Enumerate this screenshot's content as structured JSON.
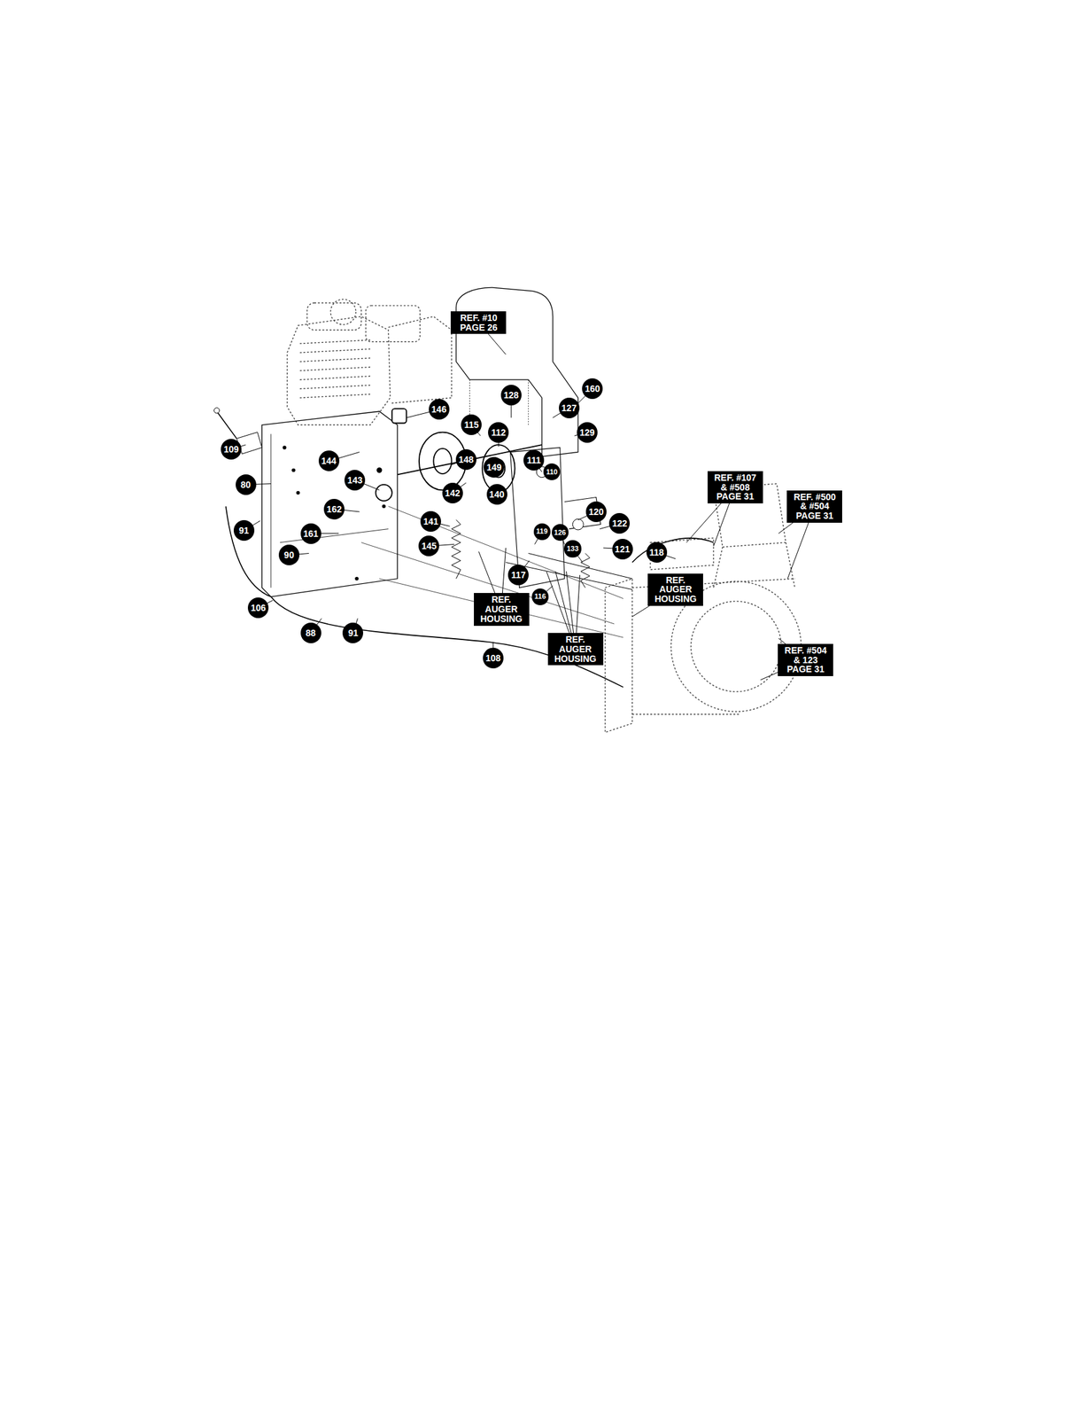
{
  "diagram": {
    "nodes": [
      {
        "text": [
          "REF. #10 PAGE 26"
        ]
      },
      {
        "text": [
          "128"
        ]
      },
      {
        "text": [
          "160"
        ]
      },
      {
        "text": [
          "146"
        ]
      },
      {
        "text": [
          "127"
        ]
      },
      {
        "text": [
          "115"
        ]
      },
      {
        "text": [
          "112"
        ]
      },
      {
        "text": [
          "129"
        ]
      },
      {
        "text": [
          "109"
        ]
      },
      {
        "text": [
          "144"
        ]
      },
      {
        "text": [
          "148"
        ]
      },
      {
        "text": [
          "111"
        ]
      },
      {
        "text": [
          "149"
        ]
      },
      {
        "text": [
          "110"
        ]
      },
      {
        "text": [
          "REF. #107 & #508 PAGE 31"
        ]
      },
      {
        "text": [
          "143"
        ]
      },
      {
        "text": [
          "80"
        ]
      },
      {
        "text": [
          "142"
        ]
      },
      {
        "text": [
          "140"
        ]
      },
      {
        "text": [
          "REF. #500 & #504 PAGE 31"
        ]
      },
      {
        "text": [
          "162"
        ]
      },
      {
        "text": [
          "120"
        ]
      },
      {
        "text": [
          "141"
        ]
      },
      {
        "text": [
          "122"
        ]
      },
      {
        "text": [
          "91"
        ]
      },
      {
        "text": [
          "119"
        ]
      },
      {
        "text": [
          "126"
        ]
      },
      {
        "text": [
          "161"
        ]
      },
      {
        "text": [
          "145"
        ]
      },
      {
        "text": [
          "121"
        ]
      },
      {
        "text": [
          "133"
        ]
      },
      {
        "text": [
          "118"
        ]
      },
      {
        "text": [
          "90"
        ]
      },
      {
        "text": [
          "117"
        ]
      },
      {
        "text": [
          "REF. AUGER HOUSING"
        ]
      },
      {
        "text": [
          "116"
        ]
      },
      {
        "text": [
          "106"
        ]
      },
      {
        "text": [
          "REF. AUGER HOUSING"
        ]
      },
      {
        "text": [
          "88"
        ]
      },
      {
        "text": [
          "91"
        ]
      },
      {
        "text": [
          "REF. AUGER HOUSING"
        ]
      },
      {
        "text": [
          "108"
        ]
      },
      {
        "text": [
          "REF. #504 & 123 PAGE 31"
        ]
      }
    ]
  }
}
